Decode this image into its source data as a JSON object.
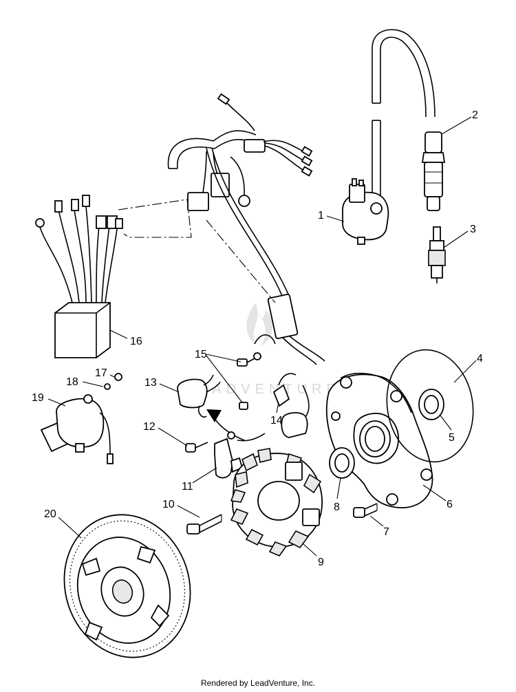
{
  "watermark": "LEADVENTURE",
  "footer": "Rendered by LeadVenture, Inc.",
  "callouts": [
    "1",
    "2",
    "3",
    "4",
    "5",
    "6",
    "7",
    "8",
    "9",
    "10",
    "11",
    "12",
    "13",
    "14",
    "15",
    "16",
    "17",
    "18",
    "19",
    "20"
  ]
}
